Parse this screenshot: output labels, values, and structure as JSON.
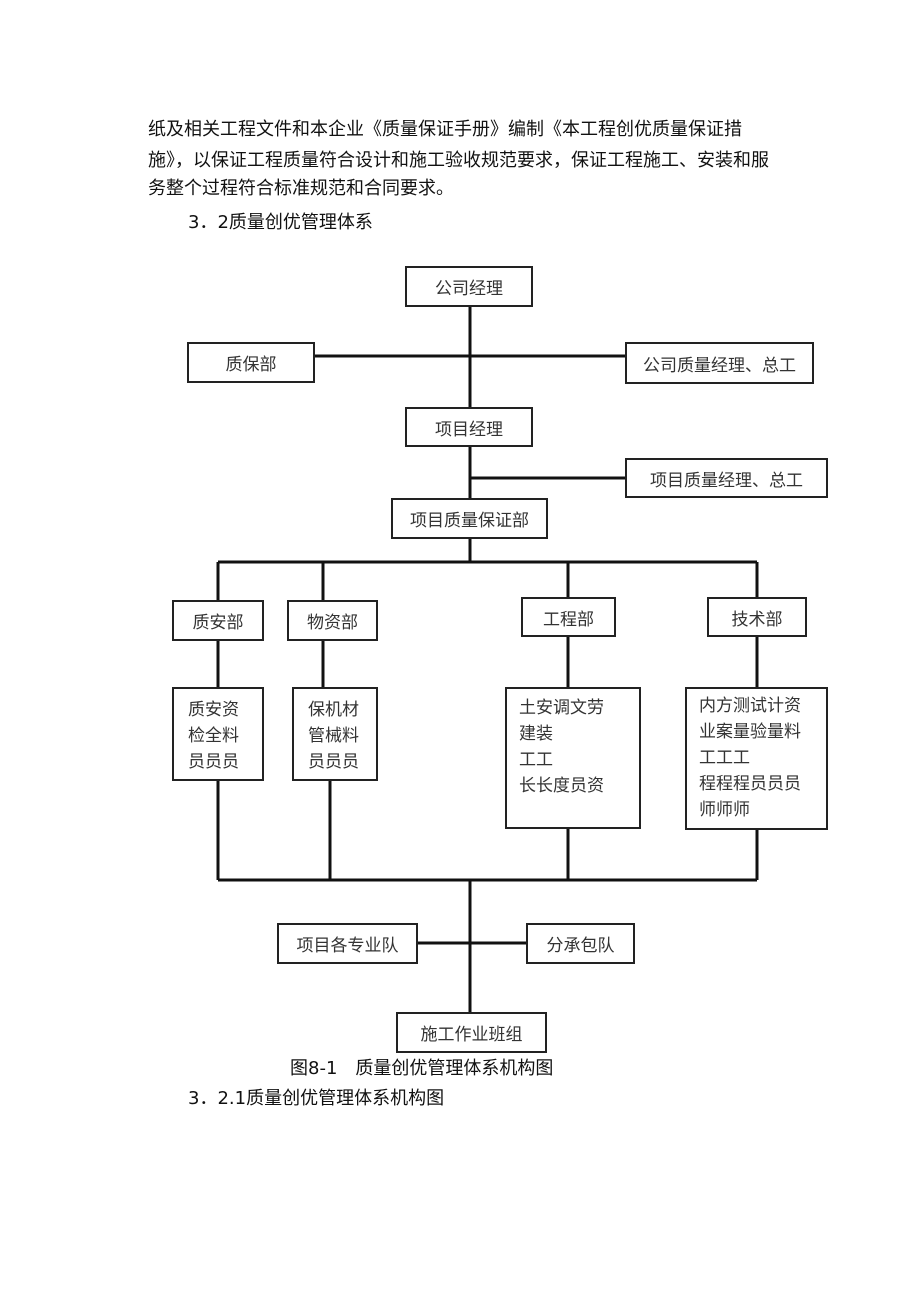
{
  "paragraph": {
    "line1": "纸及相关工程文件和本企业《质量保证手册》编制《本工程创优质量保证措",
    "line2": "施》，以保证工程质量符合设计和施工验收规范要求，保证工程施工、安装和服",
    "line3": "务整个过程符合标准规范和合同要求。"
  },
  "section_heading": "3．2质量创优管理体系",
  "org_chart": {
    "company_manager": "公司经理",
    "quality_dept": "质保部",
    "company_quality_manager": "公司质量经理、总工",
    "project_manager": "项目经理",
    "project_quality_manager": "项目质量经理、总工",
    "project_quality_dept": "项目质量保证部",
    "safety_dept": {
      "label": "质安部",
      "staff": [
        "质安资",
        "检全料",
        "员员员"
      ]
    },
    "materials_dept": {
      "label": "物资部",
      "staff": [
        "保机材",
        "管械料",
        "员员员"
      ]
    },
    "engineering_dept": {
      "label": "工程部",
      "staff": [
        "土安调文劳",
        "建装",
        "工工",
        "长长度员资"
      ]
    },
    "technical_dept": {
      "label": "技术部",
      "staff": [
        "内方测试计资",
        "业案量验量料",
        "工工工",
        "程程程员员员",
        "师师师"
      ]
    },
    "project_teams": "项目各专业队",
    "subcontract_team": "分承包队",
    "work_crew": "施工作业班组"
  },
  "figure_caption": "图8-1　质量创优管理体系机构图",
  "subsection_heading": "3．2.1质量创优管理体系机构图"
}
